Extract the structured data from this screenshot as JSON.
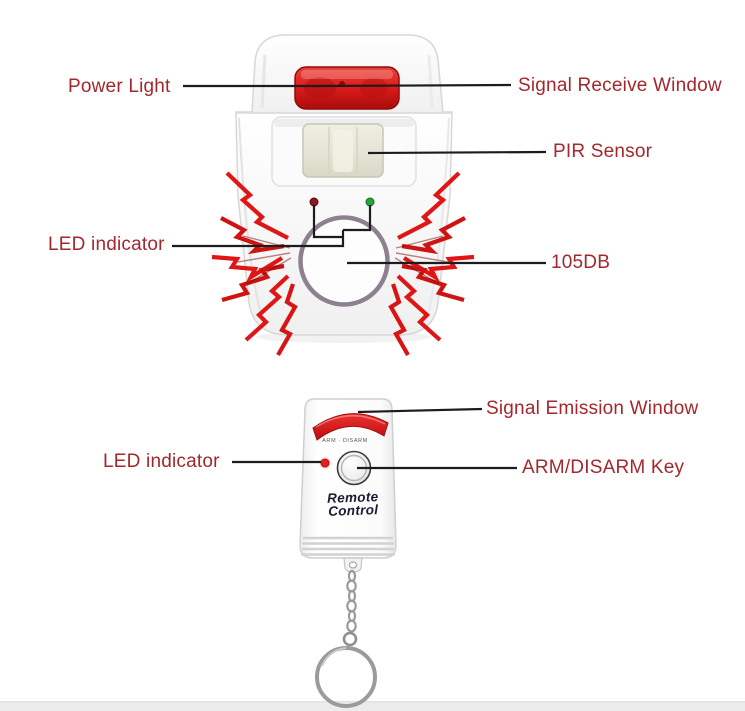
{
  "page": {
    "background": "#ffffff",
    "floor_strip_color": "#ececec"
  },
  "palette": {
    "label_color": "#a3282d",
    "line_color": "#1c1c1c",
    "bolt_red": "#e01616",
    "window_red": "#d81717",
    "speaker_ring_grey": "#8d8191",
    "led_red": "#8e1620",
    "led_green": "#27a33b",
    "remote_led_red": "#e61e1e"
  },
  "main_unit": {
    "description": "wireless PIR motion sensor alarm",
    "callouts": {
      "power_light": "Power Light",
      "signal_receive_window": "Signal Receive Window",
      "pir_sensor": "PIR Sensor",
      "led_indicator": "LED indicator",
      "volume": "105DB"
    }
  },
  "remote_unit": {
    "description": "keychain remote control",
    "callouts": {
      "signal_emission_window": "Signal Emission Window",
      "led_indicator": "LED indicator",
      "arm_disarm_key": "ARM/DISARM Key"
    },
    "printed": {
      "arc_text": "ARM · DISARM",
      "brand_line1": "Remote",
      "brand_line2": "Control"
    }
  }
}
